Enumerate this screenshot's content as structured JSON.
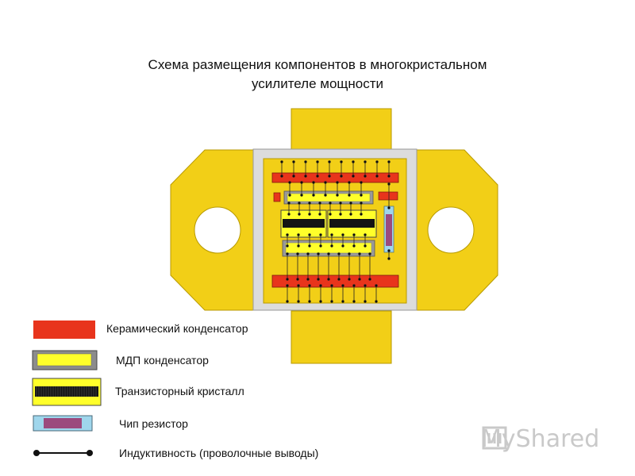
{
  "title": {
    "line1": "Схема размещения компонентов в многокристальном",
    "line2": "усилителе мощности"
  },
  "legend": [
    {
      "id": "ceramic",
      "label": "Керамический конденсатор"
    },
    {
      "id": "mdp",
      "label": "МДП конденсатор"
    },
    {
      "id": "transistor",
      "label": "Транзисторный кристалл"
    },
    {
      "id": "resistor",
      "label": "Чип резистор"
    },
    {
      "id": "inductance",
      "label": "Индуктивность (проволочные выводы)"
    }
  ],
  "watermark": "MyShared",
  "colors": {
    "package_yellow": "#f2cf17",
    "package_outline": "#b89a00",
    "ceramic_red": "#e8341c",
    "mdp_yellow": "#ffff2a",
    "mdp_frame": "#8c8c8c",
    "transistor_black": "#141414",
    "resistor_purple": "#9b4a7e",
    "resistor_blue": "#9fd6ec",
    "frame_gray": "#dcdcdc"
  }
}
